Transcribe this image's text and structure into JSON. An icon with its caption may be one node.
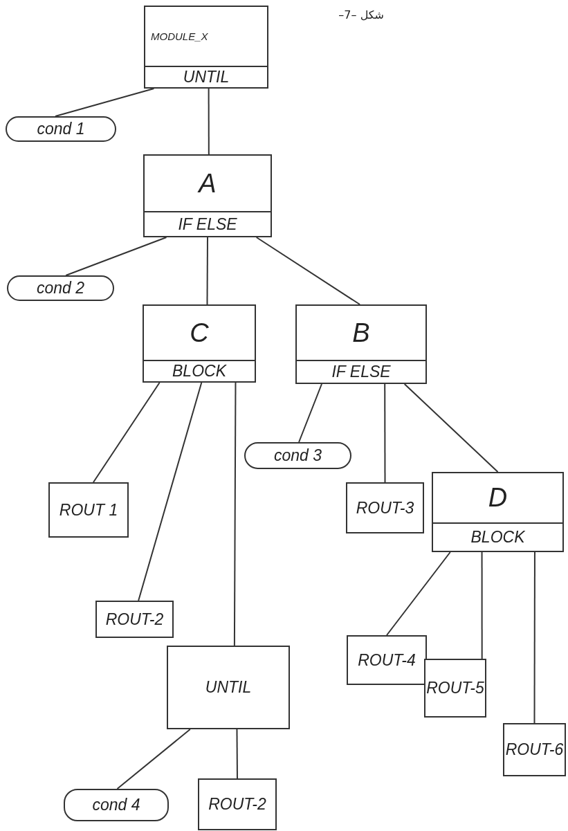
{
  "diagram": {
    "nodes": [
      {
        "text": [
          "MODULE_X",
          "UNTIL"
        ]
      },
      {
        "text": [
          "cond 1"
        ]
      },
      {
        "text": [
          "A",
          "IF ELSE"
        ]
      },
      {
        "text": [
          "cond 2"
        ]
      },
      {
        "text": [
          "C",
          "BLOCK"
        ]
      },
      {
        "text": [
          "B",
          "IF ELSE"
        ]
      },
      {
        "text": [
          "ROUT 1"
        ]
      },
      {
        "text": [
          "cond 3"
        ]
      },
      {
        "text": [
          "ROUT-3"
        ]
      },
      {
        "text": [
          "D",
          "BLOCK"
        ]
      },
      {
        "text": [
          "ROUT-2"
        ]
      },
      {
        "text": [
          "UNTIL"
        ]
      },
      {
        "text": [
          "ROUT-4"
        ]
      },
      {
        "text": [
          "ROUT-5"
        ]
      },
      {
        "text": [
          "ROUT-6"
        ]
      },
      {
        "text": [
          "cond 4"
        ]
      },
      {
        "text": [
          "ROUT-2"
        ]
      }
    ],
    "edges": [
      {
        "from": 0,
        "to": 1,
        "arrow": "none"
      },
      {
        "from": 0,
        "to": 2,
        "arrow": "none"
      },
      {
        "from": 2,
        "to": 3,
        "arrow": "none"
      },
      {
        "from": 2,
        "to": 4,
        "arrow": "none"
      },
      {
        "from": 2,
        "to": 5,
        "arrow": "none"
      },
      {
        "from": 4,
        "to": 6,
        "arrow": "none"
      },
      {
        "from": 4,
        "to": 10,
        "arrow": "none"
      },
      {
        "from": 4,
        "to": 11,
        "arrow": "none"
      },
      {
        "from": 5,
        "to": 7,
        "arrow": "none"
      },
      {
        "from": 5,
        "to": 8,
        "arrow": "none"
      },
      {
        "from": 5,
        "to": 9,
        "arrow": "none"
      },
      {
        "from": 9,
        "to": 12,
        "arrow": "none"
      },
      {
        "from": 9,
        "to": 13,
        "arrow": "none"
      },
      {
        "from": 9,
        "to": 14,
        "arrow": "none"
      },
      {
        "from": 11,
        "to": 15,
        "arrow": "none"
      },
      {
        "from": 11,
        "to": 16,
        "arrow": "none"
      }
    ],
    "labels": [
      "شكل –7–"
    ]
  }
}
